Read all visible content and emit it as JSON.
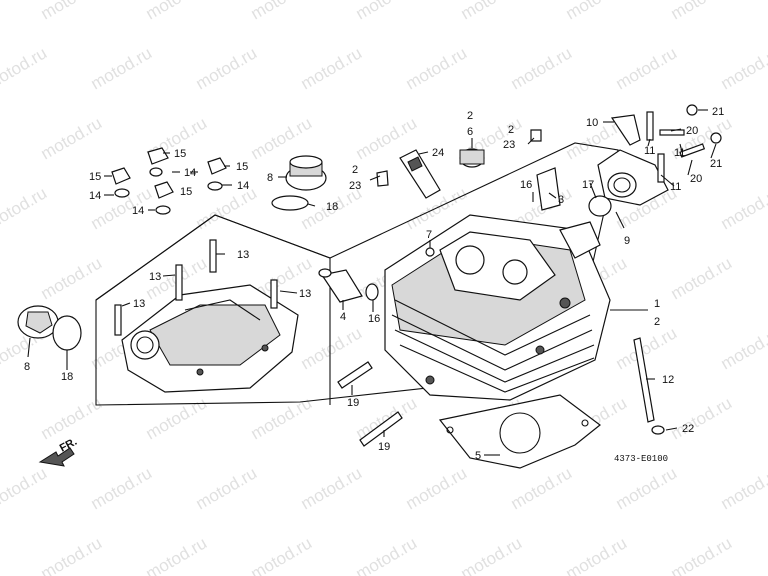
{
  "watermark": "motod.ru",
  "figure_code": "4373-E0100",
  "direction_label": "FR.",
  "callouts": [
    {
      "id": "c-2a",
      "text": "2"
    },
    {
      "id": "c-6",
      "text": "6"
    },
    {
      "id": "c-2b",
      "text": "2"
    },
    {
      "id": "c-23a",
      "text": "23"
    },
    {
      "id": "c-24",
      "text": "24"
    },
    {
      "id": "c-2c",
      "text": "2"
    },
    {
      "id": "c-23b",
      "text": "23"
    },
    {
      "id": "c-8a",
      "text": "8"
    },
    {
      "id": "c-18a",
      "text": "18"
    },
    {
      "id": "c-15a",
      "text": "15"
    },
    {
      "id": "c-15b",
      "text": "15"
    },
    {
      "id": "c-15c",
      "text": "15"
    },
    {
      "id": "c-15d",
      "text": "15"
    },
    {
      "id": "c-14a",
      "text": "14"
    },
    {
      "id": "c-14b",
      "text": "14"
    },
    {
      "id": "c-14c",
      "text": "14"
    },
    {
      "id": "c-14d",
      "text": "14"
    },
    {
      "id": "c-10",
      "text": "10"
    },
    {
      "id": "c-11a",
      "text": "11"
    },
    {
      "id": "c-11b",
      "text": "11"
    },
    {
      "id": "c-11c",
      "text": "11"
    },
    {
      "id": "c-21a",
      "text": "21"
    },
    {
      "id": "c-21b",
      "text": "21"
    },
    {
      "id": "c-20a",
      "text": "20"
    },
    {
      "id": "c-20b",
      "text": "20"
    },
    {
      "id": "c-16a",
      "text": "16"
    },
    {
      "id": "c-3",
      "text": "3"
    },
    {
      "id": "c-17",
      "text": "17"
    },
    {
      "id": "c-9",
      "text": "9"
    },
    {
      "id": "c-7",
      "text": "7"
    },
    {
      "id": "c-13a",
      "text": "13"
    },
    {
      "id": "c-13b",
      "text": "13"
    },
    {
      "id": "c-13c",
      "text": "13"
    },
    {
      "id": "c-13d",
      "text": "13"
    },
    {
      "id": "c-4",
      "text": "4"
    },
    {
      "id": "c-16b",
      "text": "16"
    },
    {
      "id": "c-1",
      "text": "1"
    },
    {
      "id": "c-2d",
      "text": "2"
    },
    {
      "id": "c-8b",
      "text": "8"
    },
    {
      "id": "c-18b",
      "text": "18"
    },
    {
      "id": "c-12",
      "text": "12"
    },
    {
      "id": "c-22",
      "text": "22"
    },
    {
      "id": "c-19a",
      "text": "19"
    },
    {
      "id": "c-19b",
      "text": "19"
    },
    {
      "id": "c-5",
      "text": "5"
    }
  ]
}
